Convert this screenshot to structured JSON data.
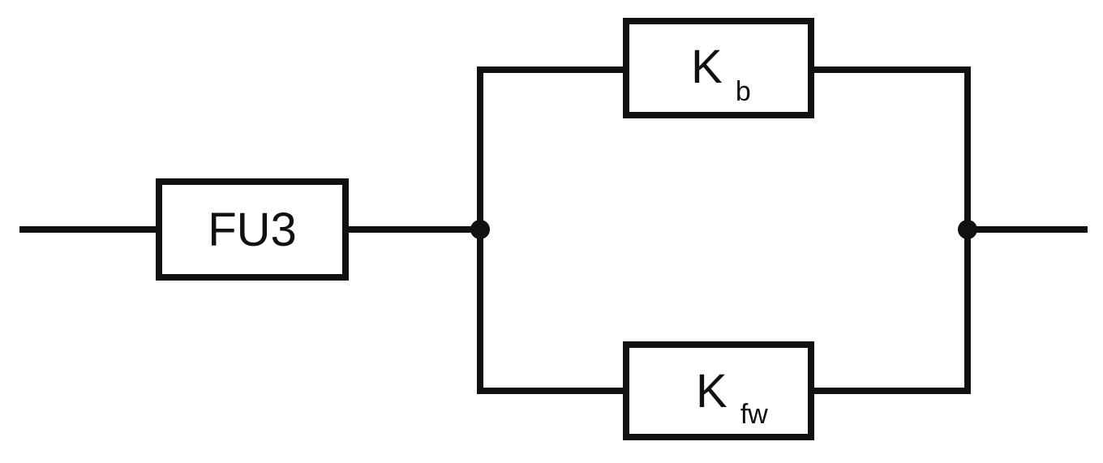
{
  "components": {
    "fuse": {
      "label": "FU3"
    },
    "contact_top": {
      "label": "K",
      "subscript": "b"
    },
    "contact_bottom": {
      "label": "K",
      "subscript": "fw"
    }
  },
  "colors": {
    "line": "#111111",
    "background": "#ffffff"
  }
}
